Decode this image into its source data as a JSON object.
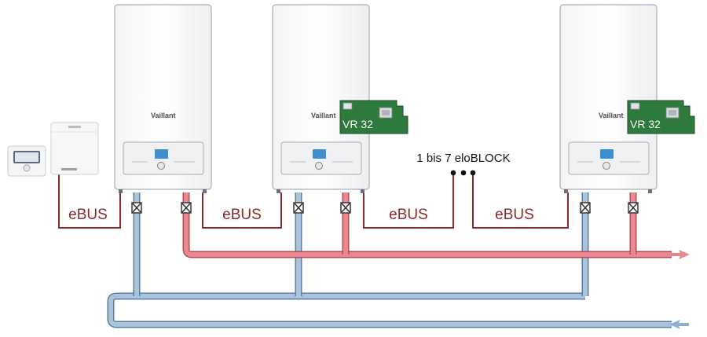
{
  "brand": "Vaillant",
  "module_label": "VR 32",
  "bus_label": "eBUS",
  "range_label": "1 bis 7 eloBLOCK",
  "colors": {
    "bus_wire": "#8b2a2e",
    "supply_pipe": "#e88890",
    "supply_pipe_edge": "#b94a55",
    "return_pipe": "#a9c3dc",
    "return_pipe_edge": "#5b7fa3",
    "supply_arrow": "#e8848c",
    "return_arrow": "#8fb0d2",
    "pcb_green": "#2d7a3c"
  }
}
